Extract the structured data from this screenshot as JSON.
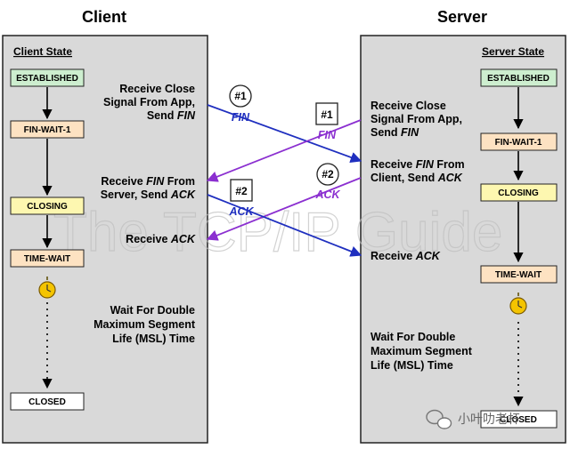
{
  "headers": {
    "client": "Client",
    "server": "Server"
  },
  "client": {
    "state_title": "Client State",
    "states": [
      "ESTABLISHED",
      "FIN-WAIT-1",
      "CLOSING",
      "TIME-WAIT",
      "CLOSED"
    ],
    "labels": {
      "close_1": "Receive Close",
      "close_2": "Signal From App,",
      "close_3a": "Send ",
      "close_3b": "FIN",
      "finrecv_1a": "Receive ",
      "finrecv_1b": "FIN",
      "finrecv_1c": " From",
      "finrecv_2a": "Server, Send ",
      "finrecv_2b": "ACK",
      "ack_a": "Receive ",
      "ack_b": "ACK",
      "wait_1": "Wait For Double",
      "wait_2": "Maximum Segment",
      "wait_3": "Life (MSL) Time"
    }
  },
  "server": {
    "state_title": "Server State",
    "states": [
      "ESTABLISHED",
      "FIN-WAIT-1",
      "CLOSING",
      "TIME-WAIT",
      "CLOSED"
    ],
    "labels": {
      "close_1": "Receive Close",
      "close_2": "Signal From App,",
      "close_3a": "Send ",
      "close_3b": "FIN",
      "finrecv_1a": "Receive ",
      "finrecv_1b": "FIN",
      "finrecv_1c": " From",
      "finrecv_2a": "Client, Send ",
      "finrecv_2b": "ACK",
      "ack_a": "Receive ",
      "ack_b": "ACK",
      "wait_1": "Wait For Double",
      "wait_2": "Maximum Segment",
      "wait_3": "Life (MSL) Time"
    }
  },
  "messages": [
    {
      "badge": "#1",
      "label": "FIN",
      "from": "client"
    },
    {
      "badge": "#1",
      "label": "FIN",
      "from": "server"
    },
    {
      "badge": "#2",
      "label": "ACK",
      "from": "server"
    },
    {
      "badge": "#2",
      "label": "ACK",
      "from": "client"
    }
  ],
  "watermark": "The TCP/IP Guide",
  "wechat_label": "小叶叻老杆",
  "colors": {
    "client_msg": "#1f2fbf",
    "server_msg": "#8b2fd0",
    "established": "#cdeecf",
    "fin_wait": "#fde2c2",
    "closing": "#fdf7b0",
    "time_wait": "#fde2c2",
    "closed": "#ffffff"
  }
}
